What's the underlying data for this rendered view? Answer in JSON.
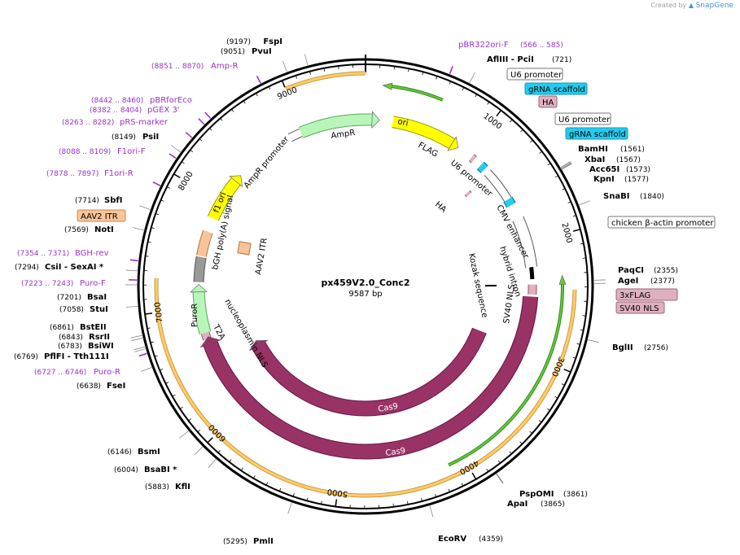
{
  "credit": {
    "created_by": "Created by",
    "brand": "SnapGene"
  },
  "plasmid": {
    "name": "px459V2.0_Conc2",
    "length_label": "9587 bp",
    "total_bp": 9587
  },
  "ticks": [
    "1000",
    "2000",
    "3000",
    "4000",
    "5000",
    "6000",
    "7000",
    "8000",
    "9000"
  ],
  "colors": {
    "feature_green": "#b9f5b9",
    "ori_yellow": "#ffff00",
    "cas9": "#993366",
    "itr_orange": "#f9c49a",
    "polya_gray": "#999999",
    "tag_pink": "#e0b0c0",
    "primer_purple": "#9933cc",
    "grna_cyan": "#22ccee",
    "orange_bar": "#ffcc66",
    "green_bar": "#66cc33"
  },
  "sites_right": [
    {
      "name": "FspI",
      "pos": "(9197)",
      "bp": 9197
    },
    {
      "name": "PvuI",
      "pos": "(9051)",
      "bp": 9051
    },
    {
      "name": "AflIII  - PciI",
      "pos": "(721)",
      "bp": 721
    },
    {
      "name": "BamHI",
      "pos": "(1561)",
      "bp": 1561
    },
    {
      "name": "XbaI",
      "pos": "(1567)",
      "bp": 1567
    },
    {
      "name": "Acc65I",
      "pos": "(1573)",
      "bp": 1573
    },
    {
      "name": "KpnI",
      "pos": "(1577)",
      "bp": 1577
    },
    {
      "name": "SnaBI",
      "pos": "(1840)",
      "bp": 1840
    },
    {
      "name": "PaqCI",
      "pos": "(2355)",
      "bp": 2355
    },
    {
      "name": "AgeI",
      "pos": "(2377)",
      "bp": 2377
    },
    {
      "name": "BglII",
      "pos": "(2756)",
      "bp": 2756
    },
    {
      "name": "PspOMI",
      "pos": "(3861)",
      "bp": 3861
    },
    {
      "name": "ApaI",
      "pos": "(3865)",
      "bp": 3865
    },
    {
      "name": "EcoRV",
      "pos": "(4359)",
      "bp": 4359
    }
  ],
  "sites_left": [
    {
      "name": "PsiI",
      "pos": "(8149)",
      "bp": 8149
    },
    {
      "name": "SbfI",
      "pos": "(7714)",
      "bp": 7714
    },
    {
      "name": "NotI",
      "pos": "(7569)",
      "bp": 7569
    },
    {
      "name": "CsiI   - SexAI *",
      "pos": "(7294)",
      "bp": 7294
    },
    {
      "name": "BsaI",
      "pos": "(7201)",
      "bp": 7201
    },
    {
      "name": "StuI",
      "pos": "(7058)",
      "bp": 7058
    },
    {
      "name": "BstEII",
      "pos": "(6861)",
      "bp": 6861
    },
    {
      "name": "RsrII",
      "pos": "(6843)",
      "bp": 6843
    },
    {
      "name": "BsiWI",
      "pos": "(6783)",
      "bp": 6783
    },
    {
      "name": "PflFI   - Tth111I",
      "pos": "(6769)",
      "bp": 6769
    },
    {
      "name": "FseI",
      "pos": "(6638)",
      "bp": 6638
    },
    {
      "name": "BsmI",
      "pos": "(6146)",
      "bp": 6146
    },
    {
      "name": "BsaBI *",
      "pos": "(6004)",
      "bp": 6004
    },
    {
      "name": "KflI",
      "pos": "(5883)",
      "bp": 5883
    },
    {
      "name": "PmlI",
      "pos": "(5295)",
      "bp": 5295
    }
  ],
  "primers": [
    {
      "name": "pBR322ori-F",
      "range": "(566 .. 585)"
    },
    {
      "name": "Amp-R",
      "range": "(8851 .. 8870)"
    },
    {
      "name": "pBRforEco",
      "range": "(8442 .. 8460)"
    },
    {
      "name": "pGEX 3'",
      "range": "(8382 .. 8404)"
    },
    {
      "name": "pRS-marker",
      "range": "(8263 .. 8282)"
    },
    {
      "name": "F1ori-F",
      "range": "(8088 .. 8109)"
    },
    {
      "name": "F1ori-R",
      "range": "(7878 .. 7897)"
    },
    {
      "name": "BGH-rev",
      "range": "(7354 .. 7371)"
    },
    {
      "name": "Puro-F",
      "range": "(7223 .. 7243)"
    },
    {
      "name": "Puro-R",
      "range": "(6727 .. 6746)"
    }
  ],
  "boxed": [
    {
      "label": "U6 promoter",
      "style": "white"
    },
    {
      "label": "gRNA scaffold",
      "style": "cyan"
    },
    {
      "label": "HA",
      "style": "pink"
    },
    {
      "label": "U6 promoter",
      "style": "white"
    },
    {
      "label": "gRNA scaffold",
      "style": "cyan"
    },
    {
      "label": "chicken β-actin promoter",
      "style": "white"
    },
    {
      "label": "3xFLAG",
      "style": "pink"
    },
    {
      "label": "SV40 NLS",
      "style": "pink"
    },
    {
      "label": "AAV2 ITR",
      "style": "orange"
    }
  ],
  "inner_labels": {
    "ori": "ori",
    "ampr": "AmpR",
    "ampr_promoter": "AmpR promoter",
    "f1_ori": "f1 ori",
    "bgh": "bGH poly(A) signal",
    "aav2_itr": "AAV2 ITR",
    "puror": "PuroR",
    "t2a": "T2A",
    "nucleoplasmin": "nucleoplasmin NLS",
    "kozak": "Kozak sequence",
    "cmv": "CMV enhancer",
    "hybrid": "hybrid intron",
    "sv40": "SV40 NLS",
    "flag": "FLAG",
    "u6": "U6 promoter",
    "ha": "HA",
    "cas9_inner": "Cas9",
    "cas9_outer": "Cas9"
  }
}
